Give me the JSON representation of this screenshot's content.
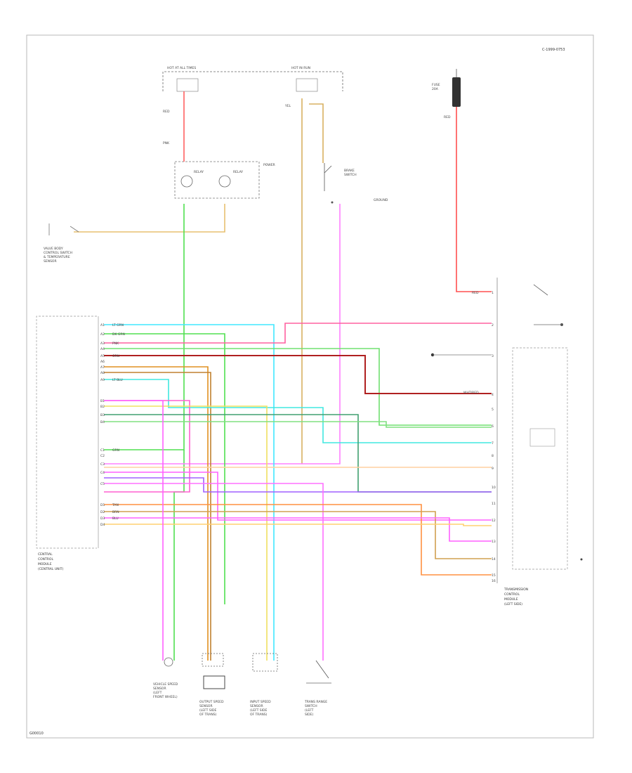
{
  "diagram": {
    "header_code": "C-1999-0753",
    "footer_code": "G00010",
    "module_label": [
      "CENTRAL",
      "CONTROL",
      "MODULE",
      "(CENTRAL UNIT)"
    ],
    "valve_body_label": [
      "VALVE BODY",
      "CONTROL SWITCH",
      "& TEMPERATURE",
      "SENSOR"
    ],
    "trans_label": [
      "TRANSMISSION",
      "CONTROL",
      "MODULE",
      "(LEFT SIDE)"
    ],
    "brake_label": [
      "BRAKE",
      "SWITCH"
    ],
    "fuse_label": [
      "FUSE",
      "20A"
    ],
    "ground_label": "GROUND",
    "speed_sensor_labels": [
      [
        "VEHICLE SPEED",
        "SENSOR",
        "(LEFT",
        "FRONT WHEEL)"
      ],
      [
        "OUTPUT SPEED",
        "SENSOR",
        "(LEFT SIDE",
        "OF TRANS)"
      ],
      [
        "INPUT SPEED",
        "SENSOR",
        "(LEFT SIDE",
        "OF TRANS)"
      ],
      [
        "TRANS RANGE",
        "SWITCH",
        "(LEFT",
        "SIDE)"
      ]
    ],
    "left_pins": [
      "A1",
      "A2",
      "A3",
      "A4",
      "A5",
      "A6",
      "A7",
      "A8",
      "A9",
      "B1",
      "B2",
      "B3",
      "B4",
      "C1",
      "C2",
      "C3",
      "C4",
      "C5",
      "D1",
      "D2",
      "D3",
      "D4"
    ],
    "right_pins": [
      "1",
      "2",
      "3",
      "4",
      "5",
      "6",
      "7",
      "8",
      "9",
      "10",
      "11",
      "12",
      "13",
      "14",
      "15",
      "16"
    ],
    "wire_tags": [
      "RED",
      "PNK",
      "YEL",
      "GRN",
      "BLU",
      "ORN",
      "TAN",
      "BRN",
      "LT GRN",
      "DK GRN",
      "LT BLU",
      "WHT/RED"
    ]
  }
}
